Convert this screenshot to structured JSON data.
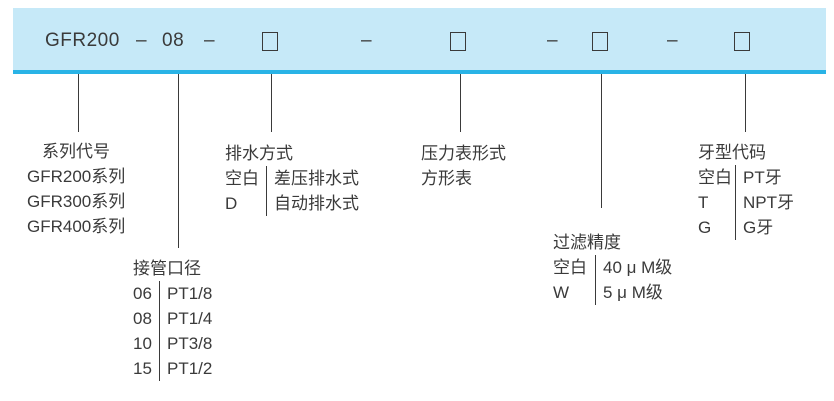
{
  "model": {
    "series": "GFR200",
    "separator": "–",
    "size": "08"
  },
  "colors": {
    "band_fill": "#c6e9f8",
    "band_underline": "#29b3e6",
    "text": "#3a3a3a"
  },
  "blocks": {
    "series": {
      "title": "系列代号",
      "rows": [
        "GFR200系列",
        "GFR300系列",
        "GFR400系列"
      ]
    },
    "port": {
      "title": "接管口径",
      "rows": [
        {
          "code": "06",
          "desc": "PT1/8"
        },
        {
          "code": "08",
          "desc": "PT1/4"
        },
        {
          "code": "10",
          "desc": "PT3/8"
        },
        {
          "code": "15",
          "desc": "PT1/2"
        }
      ]
    },
    "drain": {
      "title": "排水方式",
      "rows": [
        {
          "code": "空白",
          "desc": "差压排水式"
        },
        {
          "code": "D",
          "desc": "自动排水式"
        }
      ]
    },
    "gauge": {
      "title": "压力表形式",
      "rows": [
        "方形表"
      ]
    },
    "filtration": {
      "title": "过滤精度",
      "rows": [
        {
          "code": "空白",
          "desc": "40 μ M级"
        },
        {
          "code": "W",
          "desc": "5 μ M级"
        }
      ]
    },
    "thread": {
      "title": "牙型代码",
      "rows": [
        {
          "code": "空白",
          "desc": "PT牙"
        },
        {
          "code": "T",
          "desc": "NPT牙"
        },
        {
          "code": "G",
          "desc": "G牙"
        }
      ]
    }
  }
}
